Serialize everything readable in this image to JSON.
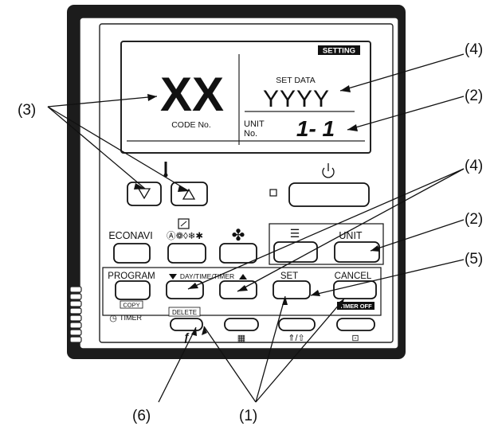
{
  "lcd": {
    "setting_badge": "SETTING",
    "code_big": "XX",
    "code_label": "CODE No.",
    "set_data_label": "SET DATA",
    "set_data_value": "YYYY",
    "unit_label_1": "UNIT",
    "unit_label_2": "No.",
    "unit_value": "1- 1"
  },
  "buttons": {
    "econavi": "ECONAVI",
    "mode_icons": "Ⓐ❁◊❄✱",
    "unit": "UNIT",
    "program": "PROGRAM",
    "copy": "COPY",
    "timer": "TIMER",
    "day_time_timer": "DAY/TIME/TIMER",
    "set": "SET",
    "cancel": "CANCEL",
    "timer_off": "TIMER OFF",
    "delete": "DELETE"
  },
  "callouts": {
    "c4_top": "(4)",
    "c2_top": "(2)",
    "c3": "(3)",
    "c4_mid": "(4)",
    "c2_mid": "(2)",
    "c5": "(5)",
    "c6": "(6)",
    "c1": "(1)"
  }
}
